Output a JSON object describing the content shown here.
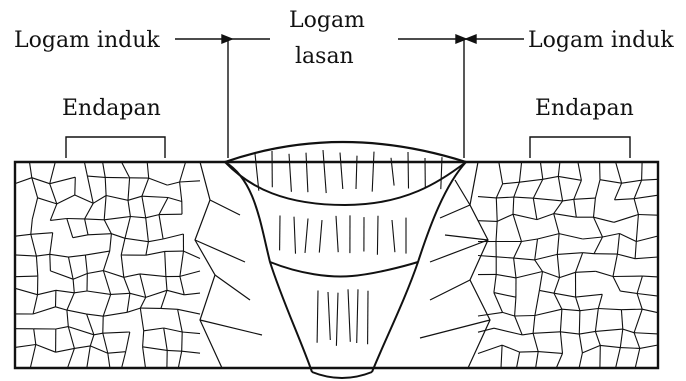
{
  "labels": {
    "parent_metal_left": "Logam induk",
    "weld_metal_line1": "Logam",
    "weld_metal_line2": "lasan",
    "parent_metal_right": "Logam induk",
    "deposit_left": "Endapan",
    "deposit_right": "Endapan"
  },
  "colors": {
    "ink": "#111111",
    "background": "#ffffff"
  }
}
